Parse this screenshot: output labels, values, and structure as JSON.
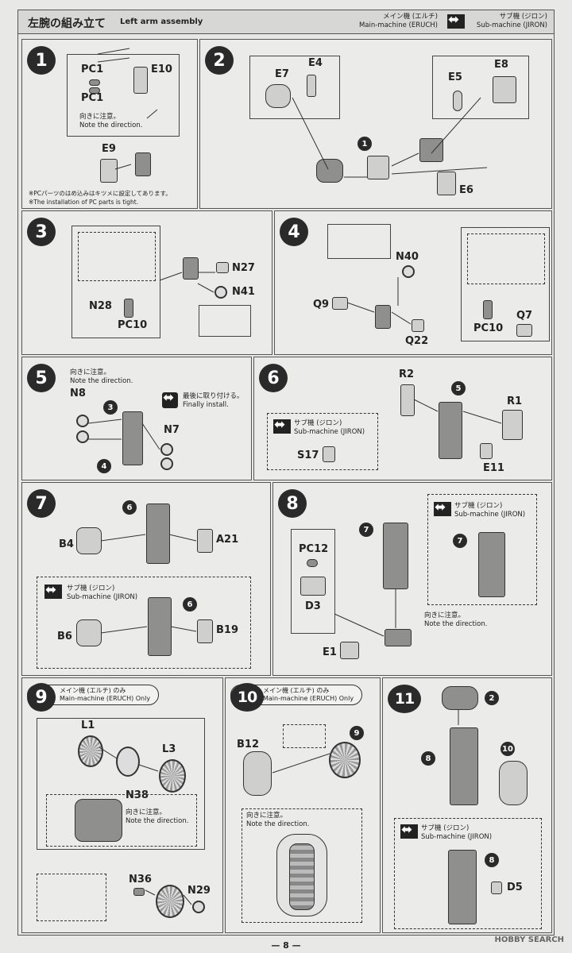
{
  "header": {
    "title_jp": "左腕の組み立て",
    "title_en": "Left arm assembly",
    "main_jp": "メイン機 (エルチ)",
    "main_en": "Main-machine (ERUCH)",
    "sub_jp": "サブ機 (ジロン)",
    "sub_en": "Sub-machine (JIRON)"
  },
  "common": {
    "direction_jp": "向きに注意。",
    "direction_en": "Note the direction.",
    "sub_jp": "サブ機 (ジロン)",
    "sub_en": "Sub-machine (JIRON)"
  },
  "step1": {
    "num": "1",
    "pc1a": "PC1",
    "pc1b": "PC1",
    "e10": "E10",
    "e9": "E9",
    "note_jp": "※PCパーツのはめ込みはキツメに設定してあります。",
    "note_en": "※The installation of PC parts is tight."
  },
  "step2": {
    "num": "2",
    "e7": "E7",
    "e4": "E4",
    "e5": "E5",
    "e8": "E8",
    "e6": "E6",
    "ref1": "1"
  },
  "step3": {
    "num": "3",
    "n27": "N27",
    "n41": "N41",
    "n28": "N28",
    "pc10": "PC10"
  },
  "step4": {
    "num": "4",
    "n40": "N40",
    "q9": "Q9",
    "q22": "Q22",
    "pc10": "PC10",
    "q7": "Q7"
  },
  "step5": {
    "num": "5",
    "n8": "N8",
    "n7": "N7",
    "ref3": "3",
    "ref4": "4",
    "final_jp": "最後に取り付ける。",
    "final_en": "Finally install."
  },
  "step6": {
    "num": "6",
    "r2": "R2",
    "r1": "R1",
    "e11": "E11",
    "s17": "S17",
    "ref5": "5"
  },
  "step7": {
    "num": "7",
    "b4": "B4",
    "a21": "A21",
    "b6": "B6",
    "b19": "B19",
    "ref6a": "6",
    "ref6b": "6"
  },
  "step8": {
    "num": "8",
    "pc12": "PC12",
    "d3": "D3",
    "e1": "E1",
    "ref7a": "7",
    "ref7b": "7"
  },
  "step9": {
    "num": "9",
    "only_jp": "メイン機 (エルチ) のみ",
    "only_en": "Main-machine (ERUCH) Only",
    "l1": "L1",
    "l3": "L3",
    "n38": "N38",
    "n36": "N36",
    "n29": "N29"
  },
  "step10": {
    "num": "10",
    "only_jp": "メイン機 (エルチ) のみ",
    "only_en": "Main-machine (ERUCH) Only",
    "b12": "B12",
    "ref9": "9"
  },
  "step11": {
    "num": "11",
    "d5": "D5",
    "ref2": "2",
    "ref8a": "8",
    "ref8b": "8",
    "ref10": "10"
  },
  "footer": {
    "page": "— 8 —",
    "watermark": "HOBBY SEARCH"
  }
}
